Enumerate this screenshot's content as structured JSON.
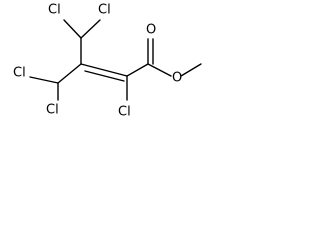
{
  "molecule": {
    "atoms": {
      "cl_top_left": "Cl",
      "cl_top_right": "Cl",
      "o_carbonyl": "O",
      "o_ester": "O",
      "cl_mid_left": "Cl",
      "cl_bottom_left": "Cl",
      "cl_bottom_mid": "Cl"
    }
  }
}
